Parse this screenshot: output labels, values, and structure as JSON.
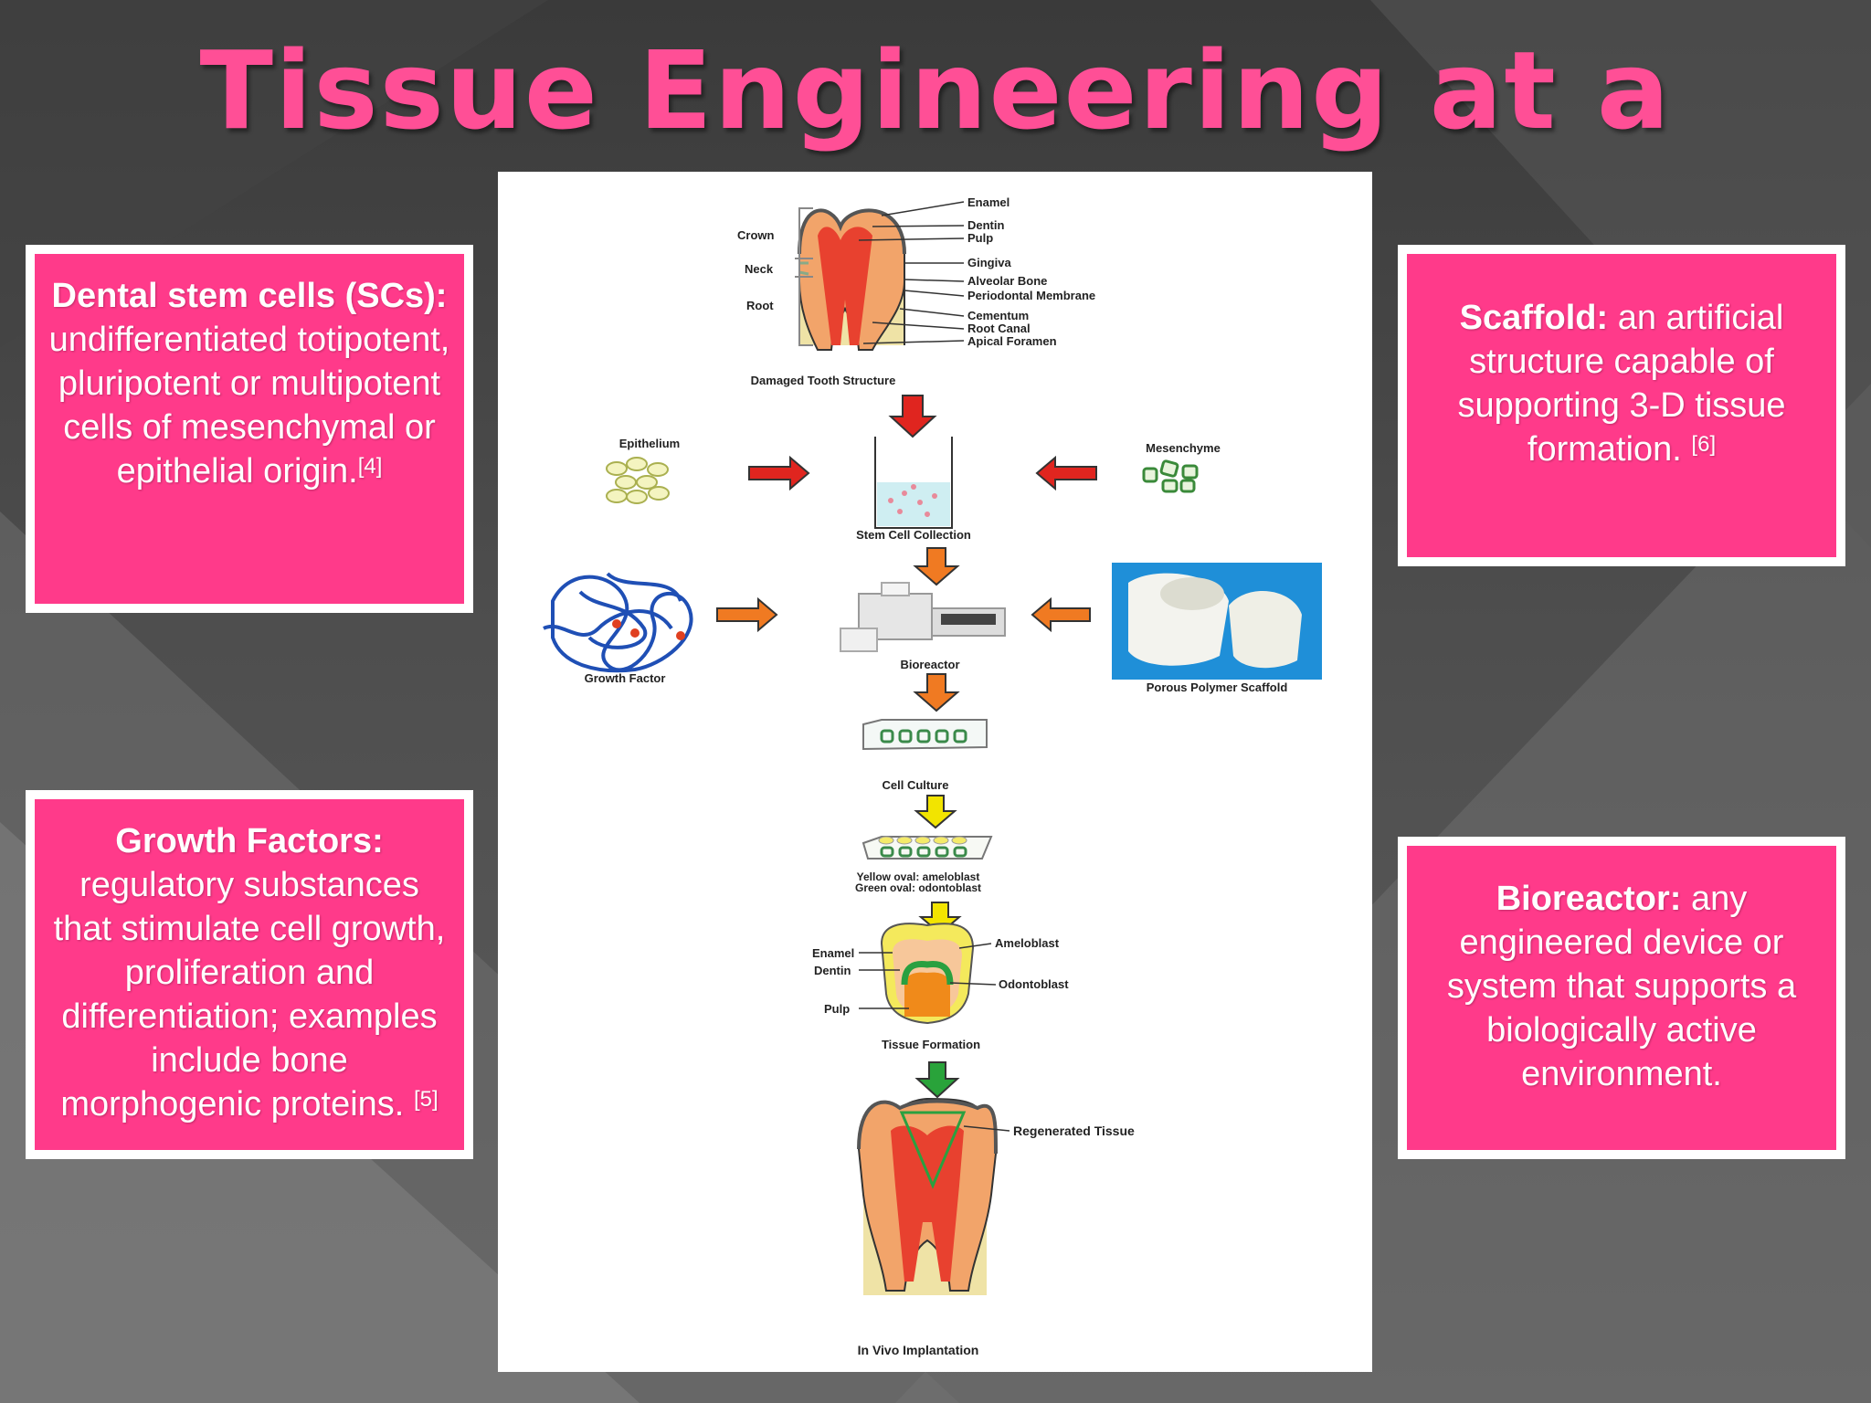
{
  "title": "Tissue Engineering at a Glance",
  "boxes": {
    "stem": {
      "term": "Dental stem cells (SCs):",
      "text": " undifferentiated totipotent,  pluripotent or multipotent cells of mesenchymal or epithelial origin.",
      "ref": "[4]"
    },
    "growth": {
      "term": "Growth Factors:",
      "text": " regulatory substances that stimulate cell growth, proliferation and differentiation; examples include bone morphogenic proteins. ",
      "ref": "[5]"
    },
    "scaffold": {
      "term": "Scaffold:",
      "text": " an artificial structure capable of supporting 3-D tissue formation. ",
      "ref": "[6]"
    },
    "bioreactor": {
      "term": "Bioreactor:",
      "text": " any engineered device or system that supports a biologically active environment."
    }
  },
  "diagram": {
    "tooth_labels": [
      "Enamel",
      "Dentin",
      "Pulp",
      "Gingiva",
      "Alveolar Bone",
      "Periodontal Membrane",
      "Cementum",
      "Root Canal",
      "Apical Foramen"
    ],
    "region_labels": [
      "Crown",
      "Neck",
      "Root"
    ],
    "damaged": "Damaged Tooth Structure",
    "epithelium": "Epithelium",
    "mesenchyme": "Mesenchyme",
    "stem_collection": "Stem Cell Collection",
    "growth_factor": "Growth Factor",
    "bioreactor": "Bioreactor",
    "scaffold": "Porous Polymer Scaffold",
    "cell_culture": "Cell Culture",
    "yellow_oval": "Yellow oval: ameloblast",
    "green_oval": "Green oval: odontoblast",
    "ameloblast": "Ameloblast",
    "odontoblast": "Odontoblast",
    "enamel": "Enamel",
    "dentin": "Dentin",
    "pulp": "Pulp",
    "tissue_formation": "Tissue Formation",
    "regenerated": "Regenerated Tissue",
    "implantation": "In Vivo Implantation"
  },
  "colors": {
    "accent": "#ff3a8a",
    "title": "#ff4f96"
  }
}
